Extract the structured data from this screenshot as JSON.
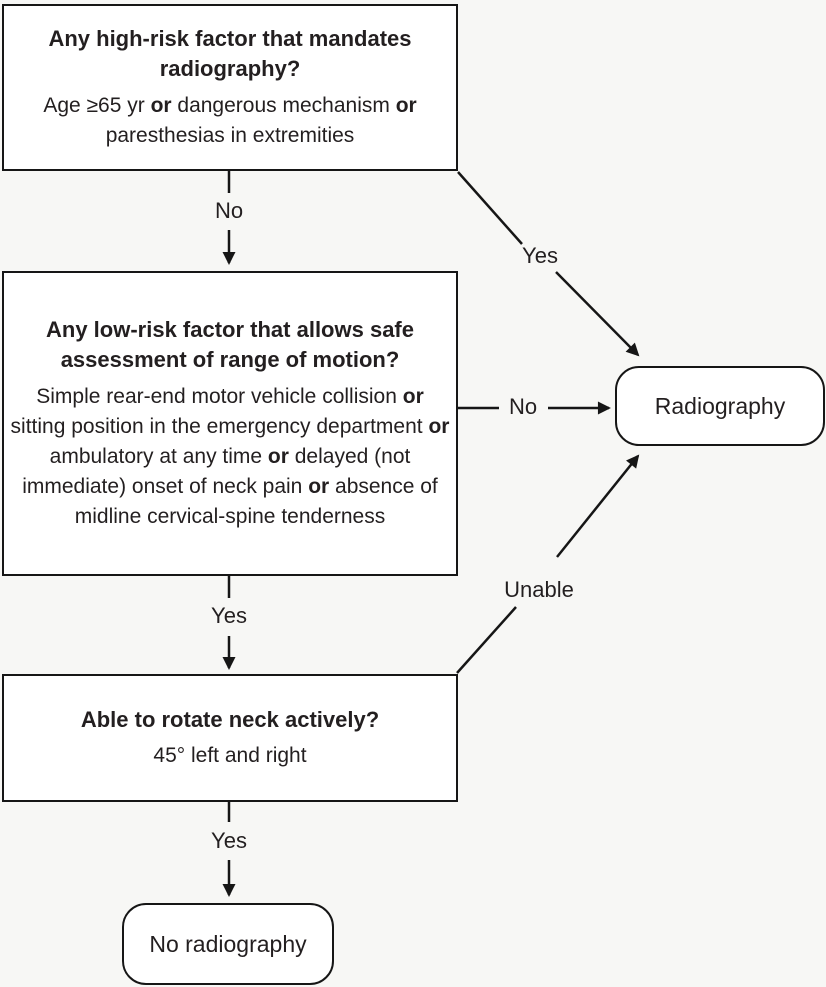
{
  "colors": {
    "background": "#f7f7f5",
    "box_fill": "#ffffff",
    "line": "#161616",
    "text": "#231f20"
  },
  "nodes": {
    "q1": {
      "title": "Any high-risk factor that mandates radiography?",
      "body": [
        {
          "t": "Age ≥65 yr ",
          "b": false
        },
        {
          "t": "or",
          "b": true
        },
        {
          "t": " dangerous mechanism ",
          "b": false
        },
        {
          "t": "or",
          "b": true
        },
        {
          "t": " paresthesias in extremities",
          "b": false
        }
      ]
    },
    "q2": {
      "title": "Any low-risk factor that allows safe assessment of range of motion?",
      "body": [
        {
          "t": "Simple rear-end motor vehicle collision ",
          "b": false
        },
        {
          "t": "or",
          "b": true
        },
        {
          "t": " sitting position in the emergency department ",
          "b": false
        },
        {
          "t": "or",
          "b": true
        },
        {
          "t": " ambulatory at any time ",
          "b": false
        },
        {
          "t": "or",
          "b": true
        },
        {
          "t": " delayed (not immediate) onset of neck pain ",
          "b": false
        },
        {
          "t": "or",
          "b": true
        },
        {
          "t": " absence of midline cervical-spine tenderness",
          "b": false
        }
      ]
    },
    "q3": {
      "title": "Able to rotate neck actively?",
      "body": [
        {
          "t": "45° left and right",
          "b": false
        }
      ]
    },
    "radiography": {
      "label": "Radiography"
    },
    "no_radiography": {
      "label": "No radiography"
    }
  },
  "edges": {
    "q1_to_q2": "No",
    "q1_to_radiography": "Yes",
    "q2_to_radiography": "No",
    "q2_to_q3": "Yes",
    "q3_to_radiography": "Unable",
    "q3_to_no_radiography": "Yes"
  }
}
